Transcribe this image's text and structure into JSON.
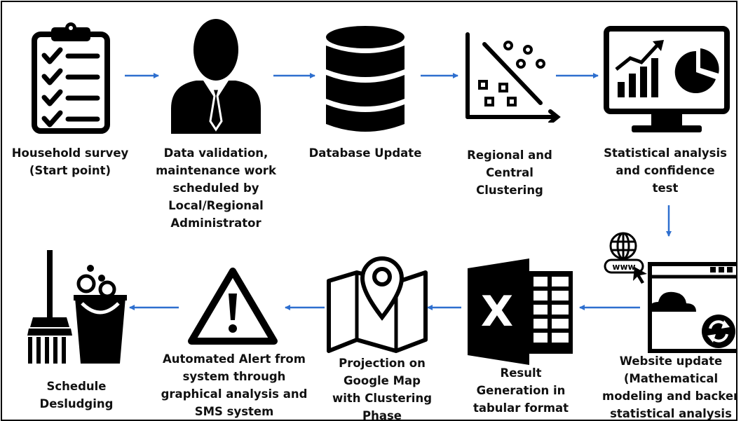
{
  "accent_color": "#2e6fcf",
  "steps": [
    {
      "id": "household-survey",
      "icon": "clipboard-checklist-icon",
      "lines": [
        "Household survey",
        "(Start point)"
      ]
    },
    {
      "id": "data-validation",
      "icon": "administrator-icon",
      "lines": [
        "Data validation,",
        "maintenance work",
        "scheduled by",
        "Local/Regional",
        "Administrator"
      ]
    },
    {
      "id": "database-update",
      "icon": "database-icon",
      "lines": [
        "Database Update"
      ]
    },
    {
      "id": "clustering",
      "icon": "scatter-plot-icon",
      "lines": [
        "Regional and",
        "Central",
        "Clustering"
      ]
    },
    {
      "id": "statistical-analysis",
      "icon": "monitor-charts-icon",
      "lines": [
        "Statistical analysis",
        "and confidence",
        "test"
      ]
    },
    {
      "id": "website-update",
      "icon": "website-refresh-icon",
      "lines": [
        "Website update",
        "(Mathematical",
        "modeling and backend",
        "statistical analysis"
      ]
    },
    {
      "id": "result-generation",
      "icon": "excel-icon",
      "lines": [
        "Result",
        "Generation in",
        "tabular format"
      ]
    },
    {
      "id": "map-projection",
      "icon": "map-pin-icon",
      "lines": [
        "Projection on",
        "Google Map",
        "with Clustering",
        "Phase"
      ]
    },
    {
      "id": "automated-alert",
      "icon": "warning-icon",
      "lines": [
        "Automated Alert from",
        "system through",
        "graphical analysis and",
        "SMS system"
      ]
    },
    {
      "id": "schedule-desludging",
      "icon": "cleaning-bucket-icon",
      "lines": [
        "Schedule",
        "Desludging"
      ]
    }
  ],
  "www_badge": "www"
}
